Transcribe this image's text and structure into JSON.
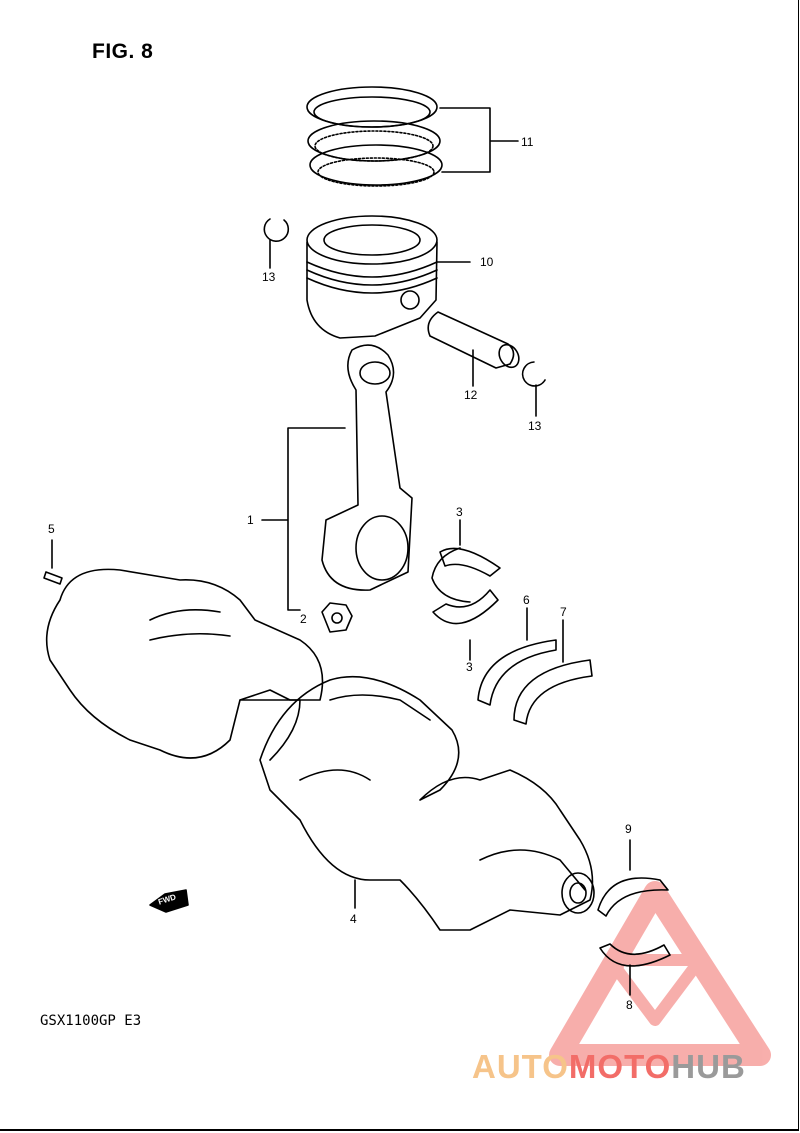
{
  "figure": {
    "title": "FIG. 8",
    "model": "GSX1100GP  E3",
    "fwd_label": "FWD"
  },
  "callouts": {
    "c1": "1",
    "c2": "2",
    "c3a": "3",
    "c3b": "3",
    "c4": "4",
    "c5": "5",
    "c6": "6",
    "c7": "7",
    "c8": "8",
    "c9": "9",
    "c10": "10",
    "c11": "11",
    "c12": "12",
    "c13a": "13",
    "c13b": "13"
  },
  "watermark": {
    "part1": "AUTO",
    "part2": "MOTO",
    "part3": "HUB",
    "colors": {
      "auto": "#f6c48a",
      "moto": "#f26d68",
      "hub": "#9a9a9a",
      "triangle": "#f26d68"
    }
  }
}
